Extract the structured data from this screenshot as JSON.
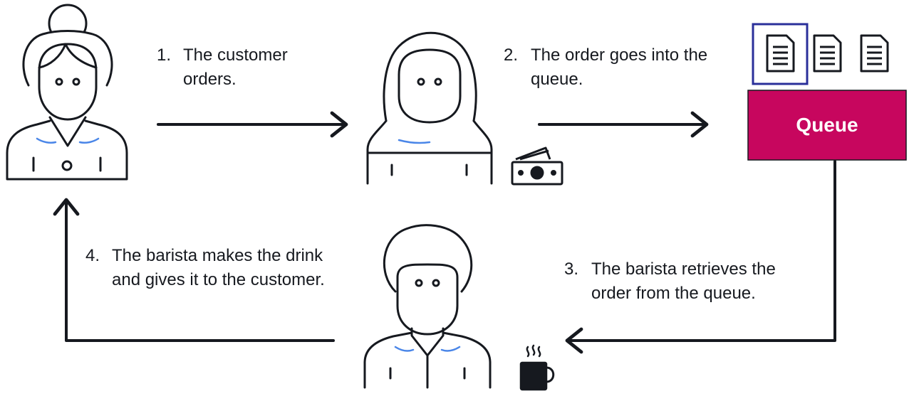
{
  "steps": [
    {
      "number": "1.",
      "lines": [
        "The customer",
        "orders."
      ]
    },
    {
      "number": "2.",
      "lines": [
        "The order goes into the",
        "queue."
      ]
    },
    {
      "number": "3.",
      "lines": [
        "The barista retrieves the",
        "order from the queue."
      ]
    },
    {
      "number": "4.",
      "lines": [
        "The barista makes the drink",
        "and gives it to the customer."
      ]
    }
  ],
  "queue": {
    "label": "Queue",
    "color": "#c7065e",
    "highlight_color": "#2a2f9a"
  },
  "colors": {
    "stroke": "#16191f",
    "accent": "#4a86e8"
  },
  "icons": [
    "customer-icon",
    "cashier-icon",
    "barista-icon",
    "money-icon",
    "document-icon",
    "coffee-cup-icon",
    "arrow-icon"
  ]
}
